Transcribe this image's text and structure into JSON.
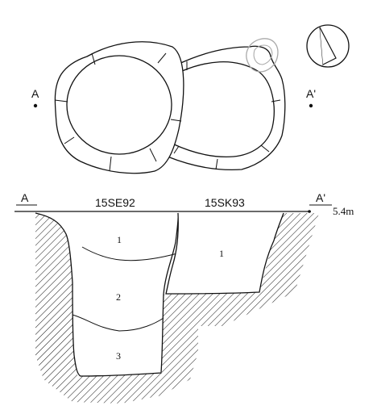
{
  "plan": {
    "point_a": "A",
    "point_a_prime": "A'"
  },
  "section": {
    "point_a": "A",
    "point_a_prime": "A'",
    "elevation": "5.4m",
    "feature_left": "15SE92",
    "feature_right": "15SK93",
    "layers_left": [
      "1",
      "2",
      "3"
    ],
    "layers_right": [
      "1"
    ]
  },
  "icons": {
    "north_arrow": "north-arrow-icon",
    "hatch": "hatch-pattern"
  },
  "colors": {
    "line": "#111111",
    "faint_feature": "#aaaaaa",
    "background": "#ffffff"
  }
}
